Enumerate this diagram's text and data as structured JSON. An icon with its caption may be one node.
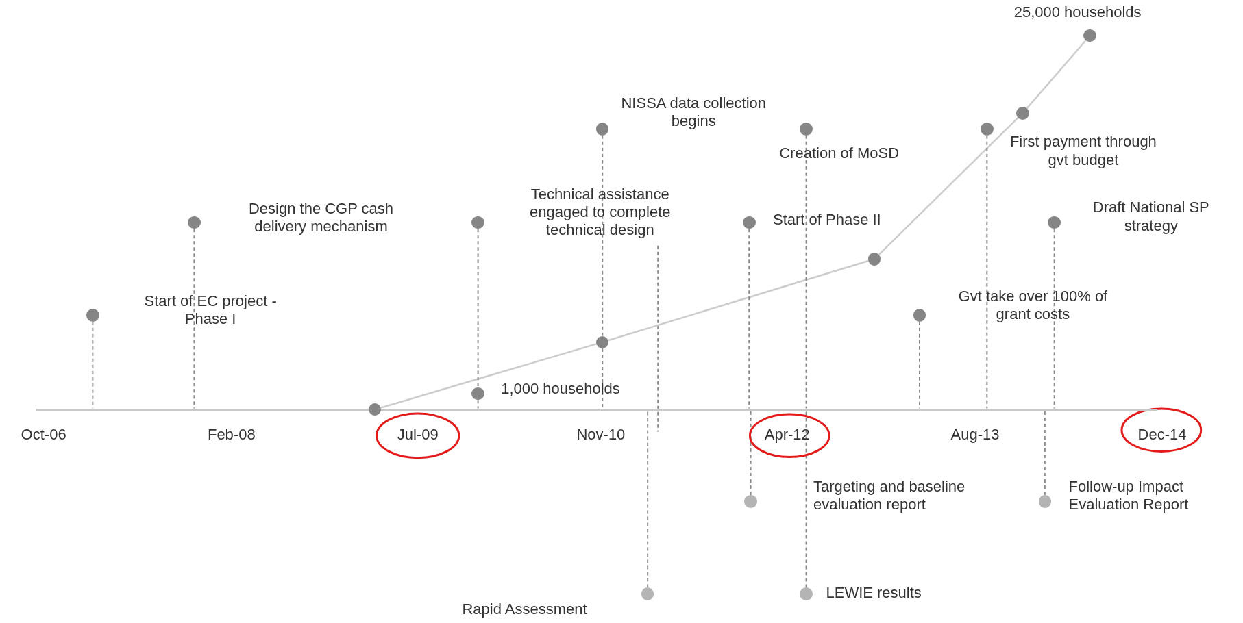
{
  "diagram": {
    "nodes": [
      {
        "text": [],
        "shape": "circle",
        "beside": [
          "Start of EC project - Phase I"
        ]
      },
      {
        "text": [],
        "shape": "circle",
        "beside": [
          "Design the CGP cash delivery mechanism"
        ]
      },
      {
        "text": [],
        "shape": "circle"
      },
      {
        "text": [],
        "shape": "circle",
        "beside": [
          "Technical assistance engaged to complete technical design"
        ]
      },
      {
        "text": [],
        "shape": "circle",
        "beside": [
          "1,000 households"
        ]
      },
      {
        "text": [],
        "shape": "circle",
        "beside": [
          "NISSA data collection begins"
        ]
      },
      {
        "text": [],
        "shape": "circle"
      },
      {
        "text": [],
        "shape": "circle",
        "beside": [
          "Rapid Assessment"
        ]
      },
      {
        "text": [],
        "shape": "circle",
        "beside": [
          "Start of Phase II"
        ]
      },
      {
        "text": [],
        "shape": "circle",
        "beside": [
          "Targeting and baseline evaluation report"
        ]
      },
      {
        "text": [],
        "shape": "circle",
        "beside": [
          "Creation of MoSD"
        ]
      },
      {
        "text": [],
        "shape": "circle",
        "beside": [
          "LEWIE results"
        ]
      },
      {
        "text": [],
        "shape": "circle"
      },
      {
        "text": [],
        "shape": "circle",
        "beside": [
          "Gvt take over 100% of grant costs"
        ]
      },
      {
        "text": [],
        "shape": "circle",
        "beside": [
          "First payment through gvt budget"
        ]
      },
      {
        "text": [],
        "shape": "circle"
      },
      {
        "text": [],
        "shape": "circle",
        "beside": [
          "Follow-up Impact Evaluation Report"
        ]
      },
      {
        "text": [],
        "shape": "circle",
        "beside": [
          "Draft National SP strategy"
        ]
      },
      {
        "text": [],
        "shape": "circle",
        "beside": [
          "25,000 households"
        ]
      },
      {
        "text": [],
        "shape": "bar"
      }
    ],
    "edges": [
      {
        "from": 2,
        "to": 6,
        "arrow": "none",
        "color": "#cccccc"
      },
      {
        "from": 6,
        "to": 12,
        "arrow": "none",
        "color": "#cccccc"
      },
      {
        "from": 12,
        "to": 15,
        "arrow": "none",
        "color": "#cccccc"
      },
      {
        "from": 15,
        "to": 18,
        "arrow": "none",
        "color": "#cccccc"
      },
      {
        "from": 0,
        "to": 19,
        "arrow": "none",
        "style": "dashed"
      },
      {
        "from": 1,
        "to": 19,
        "arrow": "none",
        "style": "dashed"
      },
      {
        "from": 3,
        "to": 4,
        "arrow": "none",
        "style": "dashed"
      },
      {
        "from": 4,
        "to": 19,
        "arrow": "none",
        "style": "dashed"
      },
      {
        "from": 5,
        "to": 6,
        "arrow": "none",
        "style": "dashed"
      },
      {
        "from": 6,
        "to": 19,
        "arrow": "none",
        "style": "dashed"
      },
      {
        "from": 7,
        "to": 19,
        "arrow": "none",
        "style": "dashed"
      },
      {
        "from": 8,
        "to": 19,
        "arrow": "none",
        "style": "dashed"
      },
      {
        "from": 9,
        "to": 19,
        "arrow": "none",
        "style": "dashed"
      },
      {
        "from": 10,
        "to": 19,
        "arrow": "none",
        "style": "dashed"
      },
      {
        "from": 11,
        "to": 19,
        "arrow": "none",
        "style": "dashed"
      },
      {
        "from": 13,
        "to": 19,
        "arrow": "none",
        "style": "dashed"
      },
      {
        "from": 14,
        "to": 19,
        "arrow": "none",
        "style": "dashed"
      },
      {
        "from": 16,
        "to": 19,
        "arrow": "none",
        "style": "dashed"
      },
      {
        "from": 17,
        "to": 19,
        "arrow": "none",
        "style": "dashed"
      }
    ],
    "labels": [
      "Oct-06",
      "Feb-08",
      "Jul-09",
      "Nov-10",
      "Apr-12",
      "Aug-13",
      "Dec-14"
    ]
  }
}
